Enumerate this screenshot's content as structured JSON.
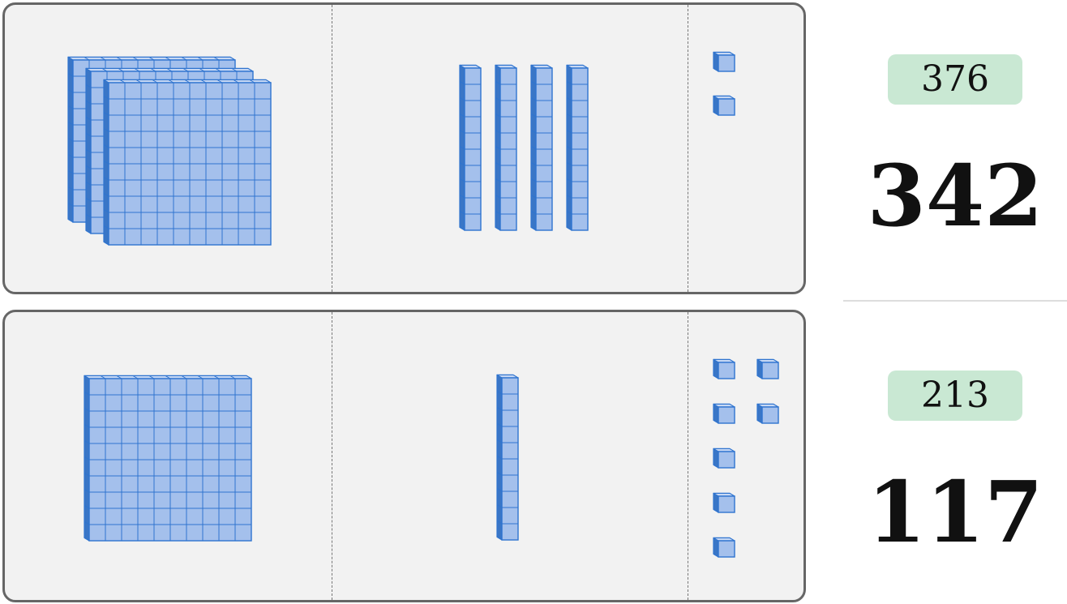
{
  "colors": {
    "panel_bg": "#f2f2f2",
    "panel_border": "#666666",
    "cube_face": "#a4c0ec",
    "cube_top": "#c7d8f4",
    "cube_side": "#3a76c6",
    "cube_line": "#2f74cf",
    "badge_bg": "#c9e8d3"
  },
  "problems": [
    {
      "badge": "376",
      "number": "342",
      "blocks": {
        "hundreds": 3,
        "tens": 4,
        "ones": 2
      }
    },
    {
      "badge": "213",
      "number": "117",
      "blocks": {
        "hundreds": 1,
        "tens": 1,
        "ones": 7
      }
    }
  ]
}
